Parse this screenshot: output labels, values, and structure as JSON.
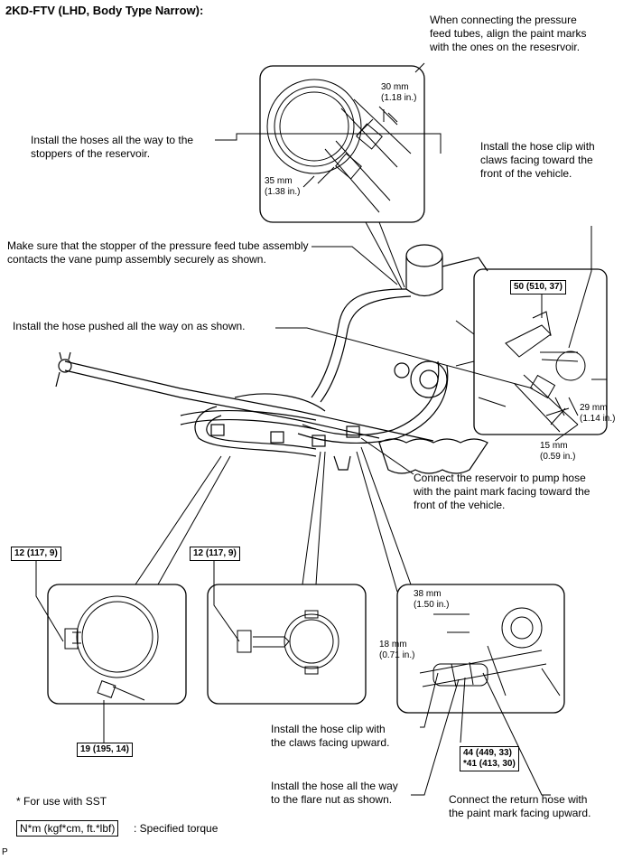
{
  "title": "2KD-FTV (LHD, Body Type Narrow):",
  "notes": {
    "paint_marks": "When connecting the pressure\nfeed tubes, align the paint marks\nwith the ones on the resesrvoir.",
    "hoses_stoppers": "Install the hoses all the way to the\nstoppers of the reservoir.",
    "hose_clip_front": "Install the hose clip with\nclaws facing toward the\nfront of the vehicle.",
    "stopper_contact": "Make sure that the stopper of the pressure feed tube assembly\ncontacts the vane pump assembly securely as shown.",
    "hose_pushed": "Install the hose pushed all the way on as shown.",
    "reservoir_pump_hose": "Connect the reservoir to pump hose\nwith the paint mark facing toward the\nfront of the vehicle.",
    "clip_upward": "Install the hose clip with\nthe claws facing upward.",
    "flare_nut": "Install the hose all the way\nto the flare nut as shown.",
    "return_hose": "Connect the return hose with\nthe paint mark facing upward.",
    "sst_note": "* For use with SST",
    "legend_suffix": ": Specified torque",
    "page_letter": "P"
  },
  "dimensions": {
    "d30": "30 mm\n(1.18 in.)",
    "d35": "35 mm\n(1.38 in.)",
    "d29": "29 mm\n(1.14 in.)",
    "d15": "15 mm\n(0.59 in.)",
    "d38": "38 mm\n(1.50 in.)",
    "d18": "18 mm\n(0.71 in.)"
  },
  "torques": {
    "t50": "50 (510, 37)",
    "t12a": "12 (117, 9)",
    "t12b": "12 (117, 9)",
    "t19": "19 (195, 14)",
    "t44": "44 (449, 33)\n*41 (413, 30)",
    "legend_box": "N*m (kgf*cm, ft.*lbf)"
  }
}
